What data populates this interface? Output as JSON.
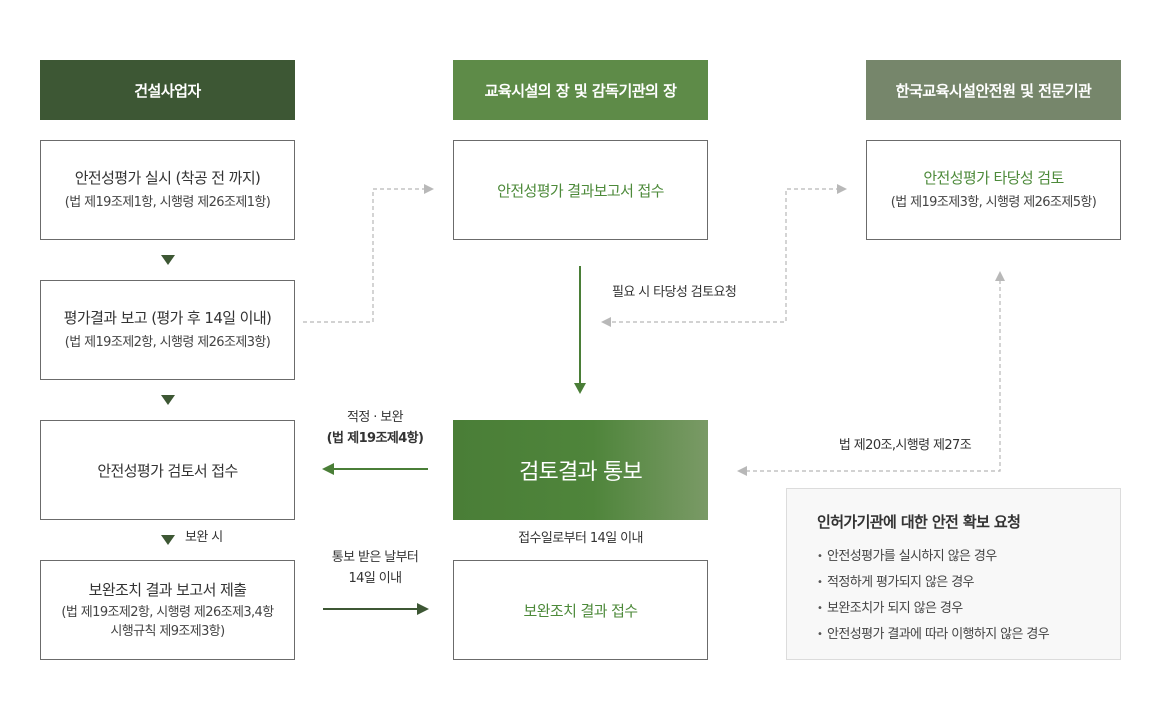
{
  "columns": {
    "builder": "건설사업자",
    "institution": "교육시설의 장 및 감독기관의 장",
    "safety_agency": "한국교육시설안전원 및 전문기관"
  },
  "builder_steps": [
    {
      "title": "안전성평가 실시 (착공 전 까지)",
      "sub": "(법 제19조제1항, 시행령 제26조제1항)"
    },
    {
      "title": "평가결과 보고 (평가 후 14일 이내)",
      "sub": "(법 제19조제2항, 시행령 제26조제3항)"
    },
    {
      "title": "안전성평가 검토서 접수",
      "sub": ""
    },
    {
      "title": "보완조치 결과 보고서 제출",
      "sub_lines": [
        "(법 제19조제2항, 시행령 제26조제3,4항",
        "시행규칙 제9조제3항)"
      ]
    }
  ],
  "institution_steps": {
    "receive_report": "안전성평가 결과보고서 접수",
    "result_notice": "검토결과 통보",
    "receive_supplement": "보완조치 결과 접수"
  },
  "agency_step": {
    "title": "안전성평가 타당성 검토",
    "sub": "(법 제19조제3항, 시행령 제26조제5항)"
  },
  "labels": {
    "review_request": "필요 시 타당성 검토요청",
    "adequacy_line1": "적정 · 보완",
    "adequacy_line2": "(법 제19조제4항)",
    "law_ref": "법 제20조,시행령 제27조",
    "if_supplement": "보완 시",
    "within_14_days": "접수일로부터 14일 이내",
    "notice_line1": "통보 받은 날부터",
    "notice_line2": "14일 이내"
  },
  "notice_box": {
    "title": "인허가기관에 대한 안전 확보 요청",
    "items": [
      "안전성평가를 실시하지 않은 경우",
      "적정하게 평가되지 않은 경우",
      "보완조치가 되지 않은 경우",
      "안전성평가 결과에 따라 이행하지 않은 경우"
    ]
  },
  "colors": {
    "builder_header": "#3d5734",
    "institution_header": "#5e8b48",
    "agency_header": "#76866b",
    "accent_green": "#4d8a3a",
    "arrow_dark": "#3d5734",
    "dashed": "#b8b8b8"
  }
}
